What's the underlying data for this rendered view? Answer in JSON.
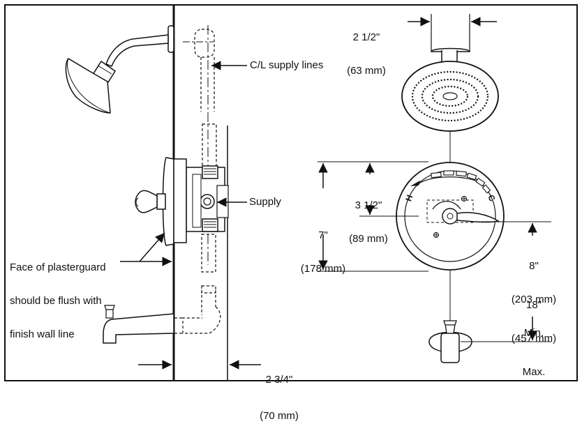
{
  "labels": {
    "shower_arm_width": [
      "2 1/2\"",
      "(63 mm)"
    ],
    "supply_lines": "C/L supply lines",
    "supply": "Supply",
    "plasterguard": [
      "Face of plasterguard",
      "should be flush with",
      "finish wall line"
    ],
    "wall_depth": [
      "2 3/4\"",
      "(70 mm)"
    ],
    "handle_height": [
      "3 1/2\"",
      "(89 mm)"
    ],
    "trim_height": [
      "7\"",
      "(178 mm)"
    ],
    "spout_min": [
      "8\"",
      "(203 mm)",
      "Min."
    ],
    "spout_max": [
      "18\"",
      "(457 mm)",
      "Max."
    ],
    "hot_mark": "H",
    "cold_mark": "C"
  },
  "icons": [
    "showerhead-side-icon",
    "showerhead-front-icon",
    "valve-handle-icon",
    "tub-spout-icon"
  ]
}
